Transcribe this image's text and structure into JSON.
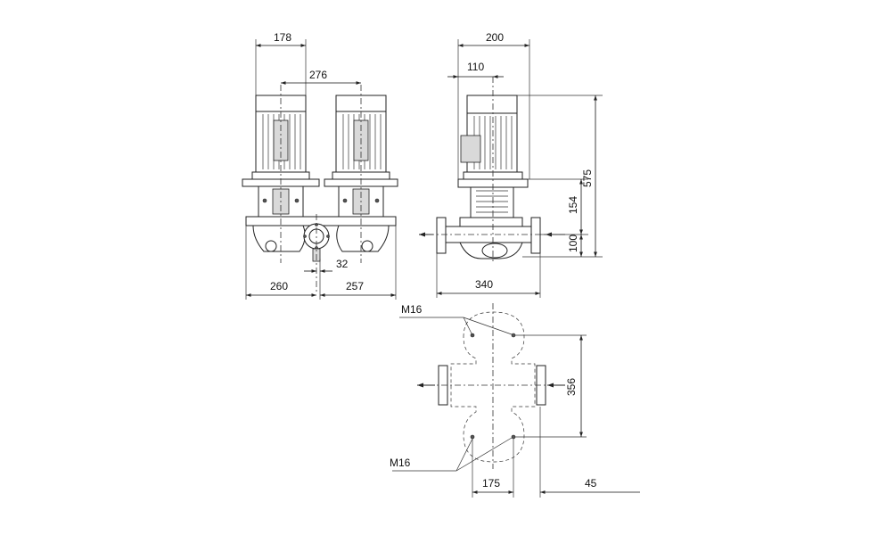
{
  "dimensions": {
    "front_motor_width": "178",
    "front_axis_spacing": "276",
    "front_left_base": "260",
    "front_right_base": "257",
    "front_offset": "32",
    "side_total_width": "200",
    "side_motor_offset": "110",
    "side_base_length": "340",
    "side_total_height": "575",
    "side_shaft_height": "154",
    "side_port_height": "100",
    "plan_mount_spacing": "356",
    "plan_bolt_spacing": "175",
    "plan_side_offset": "45"
  },
  "labels": {
    "bolt_top": "M16",
    "bolt_bottom": "M16"
  }
}
